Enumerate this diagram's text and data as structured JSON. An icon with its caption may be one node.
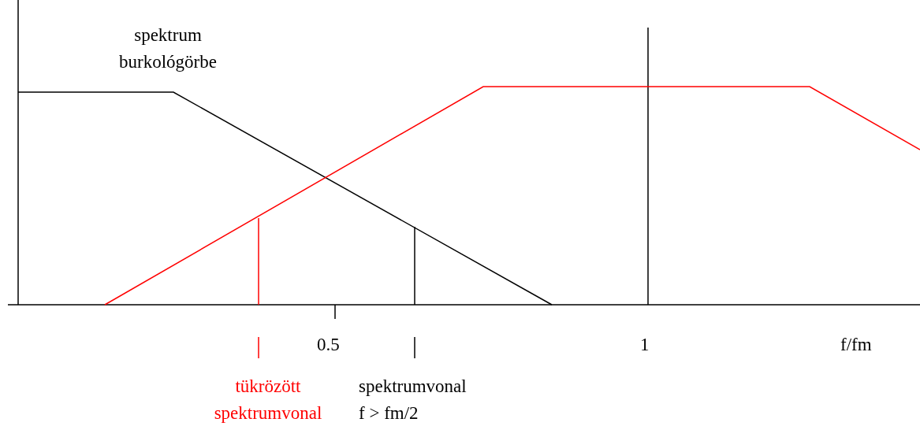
{
  "diagram": {
    "labels": [
      "spektrum burkológörbe",
      "0.5",
      "1",
      "f/fm",
      "tükrözött spektrumvonal",
      "spektrumvonal",
      "f > fm/2"
    ]
  }
}
